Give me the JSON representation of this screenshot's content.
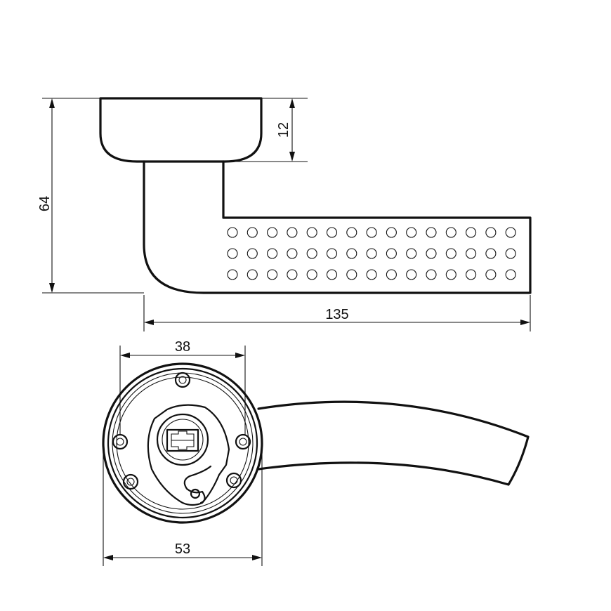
{
  "dimensions": {
    "height": "64",
    "rose_height": "12",
    "length": "135",
    "inner_diameter": "38",
    "outer_diameter": "53"
  },
  "colors": {
    "line": "#111111",
    "background": "#ffffff"
  },
  "dots": {
    "rows": 3,
    "columns": 15
  }
}
